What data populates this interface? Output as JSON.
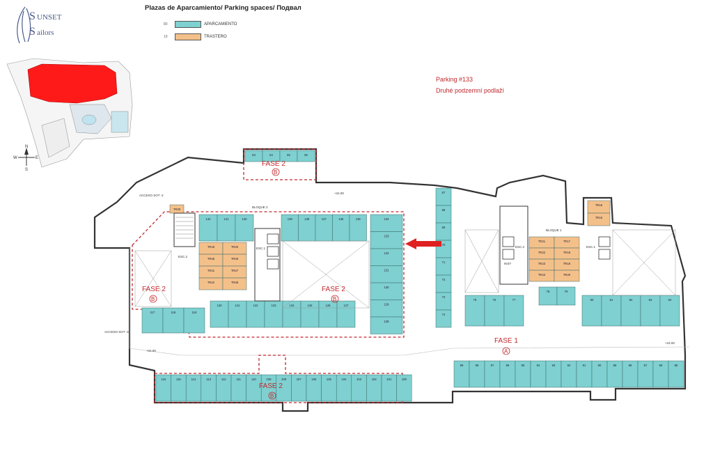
{
  "header": {
    "title": "Plazas de Aparcamiento/ Parking spaces/ Подвал",
    "logo_line1": "UNSET",
    "logo_line2": "ailors",
    "logo_s": "S"
  },
  "legend": [
    {
      "num": "80",
      "label": "APARCAMIENTO",
      "color": "#7fd0d0"
    },
    {
      "num": "19",
      "label": "TRASTERO",
      "color": "#f4c08a"
    }
  ],
  "note": {
    "line1": "Parking #133",
    "line2": "Druhé podzemní podlaží"
  },
  "compass": {
    "n": "N",
    "s": "S",
    "e": "E",
    "w": "W"
  },
  "plan": {
    "fase_labels": [
      {
        "text": "FASE 2",
        "letter": "B"
      },
      {
        "text": "FASE 2",
        "letter": "B"
      },
      {
        "text": "FASE 2",
        "letter": "B"
      },
      {
        "text": "FASE 2",
        "letter": "B"
      },
      {
        "text": "FASE 1",
        "letter": "A"
      }
    ],
    "labels": {
      "acceso_top": "ACCESO SOT -2",
      "acceso_bottom": "ACCESO SOT -3",
      "bloque2": "BLOQUE 2",
      "bloque1": "BLOQUE 1",
      "esc1": "ESC.1",
      "esc2": "ESC.2",
      "inst": "INST",
      "level": "+24.00"
    },
    "top_spaces": [
      "63",
      "64",
      "65",
      "65"
    ],
    "b2_top_spaces": [
      "142",
      "141",
      "140"
    ],
    "center_top_spaces": [
      "139",
      "138",
      "137",
      "136",
      "135"
    ],
    "right_col_spaces": [
      "134",
      "133",
      "132",
      "131",
      "130",
      "129",
      "128"
    ],
    "center_bottom_spaces": [
      "120",
      "121",
      "122",
      "123",
      "124",
      "125",
      "126",
      "127"
    ],
    "left_spaces": [
      "117",
      "118",
      "119"
    ],
    "bottom_row_spaces": [
      "116",
      "115",
      "114",
      "113",
      "112",
      "111",
      "110",
      "109",
      "108",
      "107",
      "106",
      "105",
      "104",
      "103",
      "102",
      "101",
      "100"
    ],
    "fase1_bottom_spaces": [
      "99",
      "98",
      "97",
      "96",
      "95",
      "94",
      "93",
      "92",
      "91",
      "90",
      "89",
      "88",
      "87",
      "86",
      "85"
    ],
    "fase1_left_col": [
      "67",
      "68",
      "69",
      "70",
      "71",
      "72",
      "73",
      "74"
    ],
    "fase1_mid_spaces": [
      "75",
      "76",
      "77",
      "78",
      "79",
      "80",
      "81",
      "82",
      "83",
      "84"
    ],
    "storage_b2": [
      "TR19",
      "TR20",
      "TR25",
      "TR26",
      "TR21",
      "TR27",
      "TR22",
      "TR28"
    ],
    "storage_b2_extra": "TR20",
    "storage_b1": [
      "TR21",
      "TR17",
      "TR22",
      "TR18",
      "TR23",
      "TR19",
      "TR24",
      "TR20"
    ],
    "storage_b1_extra": [
      "TR16",
      "TR15"
    ]
  }
}
